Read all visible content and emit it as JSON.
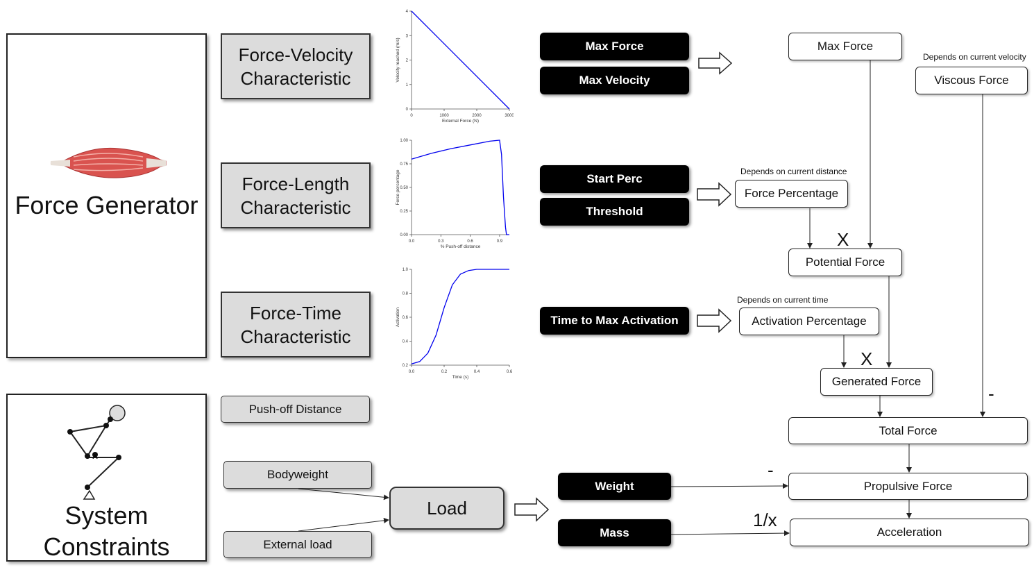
{
  "generator": {
    "title": "Force Generator"
  },
  "constraints": {
    "title_line1": "System",
    "title_line2": "Constraints"
  },
  "characteristics": {
    "fv": [
      "Force-Velocity",
      "Characteristic"
    ],
    "fl": [
      "Force-Length",
      "Characteristic"
    ],
    "ft": [
      "Force-Time",
      "Characteristic"
    ]
  },
  "constraint_inputs": {
    "pushoff": "Push-off Distance",
    "bodyweight": "Bodyweight",
    "external": "External load",
    "load": "Load"
  },
  "params": {
    "max_force": "Max Force",
    "max_velocity": "Max Velocity",
    "start_perc": "Start Perc",
    "threshold": "Threshold",
    "time_to_max": "Time to Max Activation",
    "weight": "Weight",
    "mass": "Mass"
  },
  "nodes": {
    "max_force": "Max Force",
    "viscous_force": "Viscous Force",
    "force_percentage": "Force Percentage",
    "potential_force": "Potential Force",
    "activation_percentage": "Activation Percentage",
    "generated_force": "Generated Force",
    "total_force": "Total Force",
    "propulsive_force": "Propulsive Force",
    "acceleration": "Acceleration"
  },
  "notes": {
    "velocity": "Depends on current velocity",
    "distance": "Depends on current distance",
    "time": "Depends on current time"
  },
  "operators": {
    "mult1": "X",
    "mult2": "X",
    "minus_viscous": "-",
    "minus_weight": "-",
    "reciprocal": "1/x"
  },
  "chart_data": [
    {
      "type": "line",
      "xlabel": "External Force (N)",
      "ylabel": "Velocity reached (m/s)",
      "xticks": [
        "0",
        "1000",
        "2000",
        "3000"
      ],
      "yticks": [
        "0",
        "1",
        "2",
        "3",
        "4"
      ],
      "xlim": [
        0,
        3000
      ],
      "ylim": [
        0,
        4
      ],
      "color": "#0000ee",
      "x": [
        0,
        3000
      ],
      "y": [
        4,
        0
      ]
    },
    {
      "type": "line",
      "xlabel": "% Push-off distance",
      "ylabel": "Force percentage",
      "xticks": [
        "0.0",
        "0.3",
        "0.6",
        "0.9"
      ],
      "yticks": [
        "0.00",
        "0.25",
        "0.50",
        "0.75",
        "1.00"
      ],
      "xlim": [
        0,
        1
      ],
      "ylim": [
        0,
        1
      ],
      "color": "#0000ee",
      "x": [
        0,
        0.2,
        0.4,
        0.6,
        0.8,
        0.9,
        0.92,
        0.94,
        0.96,
        0.97,
        1.0
      ],
      "y": [
        0.8,
        0.86,
        0.91,
        0.95,
        0.99,
        1.0,
        0.85,
        0.4,
        0.08,
        0.0,
        0.0
      ]
    },
    {
      "type": "line",
      "xlabel": "Time (s)",
      "ylabel": "Activation",
      "xticks": [
        "0.0",
        "0.2",
        "0.4",
        "0.6"
      ],
      "yticks": [
        "0.2",
        "0.4",
        "0.6",
        "0.8",
        "1.0"
      ],
      "xlim": [
        0,
        0.6
      ],
      "ylim": [
        0.2,
        1.0
      ],
      "color": "#0000ee",
      "x": [
        0,
        0.05,
        0.1,
        0.15,
        0.2,
        0.25,
        0.3,
        0.35,
        0.4,
        0.5,
        0.6
      ],
      "y": [
        0.21,
        0.23,
        0.3,
        0.45,
        0.68,
        0.87,
        0.96,
        0.99,
        1.0,
        1.0,
        1.0
      ]
    }
  ]
}
